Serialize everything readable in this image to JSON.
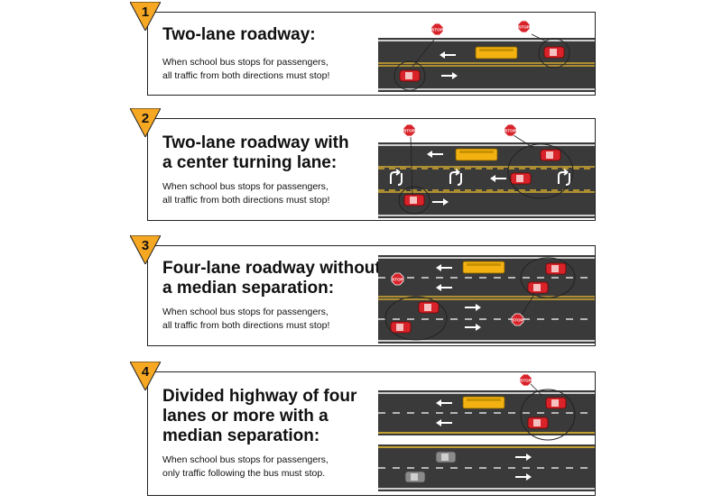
{
  "panels": [
    {
      "number": "1",
      "title_lines": [
        "Two-lane roadway:"
      ],
      "description_lines": [
        "When school bus stops for passengers,",
        "all traffic from both directions must stop!"
      ]
    },
    {
      "number": "2",
      "title_lines": [
        "Two-lane roadway with",
        "a center turning lane:"
      ],
      "description_lines": [
        "When school bus stops for passengers,",
        "all traffic from both directions must stop!"
      ]
    },
    {
      "number": "3",
      "title_lines": [
        "Four-lane roadway without",
        "a median separation:"
      ],
      "description_lines": [
        "When school bus stops for passengers,",
        "all traffic from both directions must stop!"
      ]
    },
    {
      "number": "4",
      "title_lines": [
        "Divided highway of four",
        "lanes or more with a",
        "median separation:"
      ],
      "description_lines": [
        "When school bus stops for passengers,",
        "only traffic following the bus must stop."
      ]
    }
  ],
  "sign_text": "STOP",
  "colors": {
    "badge_fill": "#f7a823",
    "road": "#3a3a3a",
    "yellow_line": "#f2c12e",
    "bus": "#f3b212",
    "stopped_car": "#d8232a",
    "moving_car": "#8a8a8a",
    "stop_sign": "#d8232a"
  }
}
